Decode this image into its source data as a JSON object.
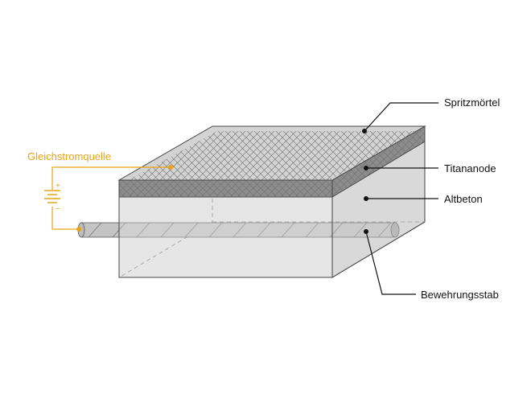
{
  "labels": {
    "spritzmortel": "Spritzmörtel",
    "titananode": "Titananode",
    "altbeton": "Altbeton",
    "bewehrungsstab": "Bewehrungsstab",
    "gleichstromquelle": "Gleichstromquelle"
  },
  "battery": {
    "plus": "+",
    "minus": "–"
  },
  "colors": {
    "accent": "#E8A317",
    "line": "#111111",
    "outline": "#444444",
    "shotcrete_front": "#cfcfcf",
    "anode_band": "#8c8c8c",
    "concrete_front": "#e6e6e6",
    "concrete_side": "#d9d9d9",
    "top_face": "#d3d3d3"
  },
  "icons": {
    "battery": "battery-symbol-icon"
  }
}
